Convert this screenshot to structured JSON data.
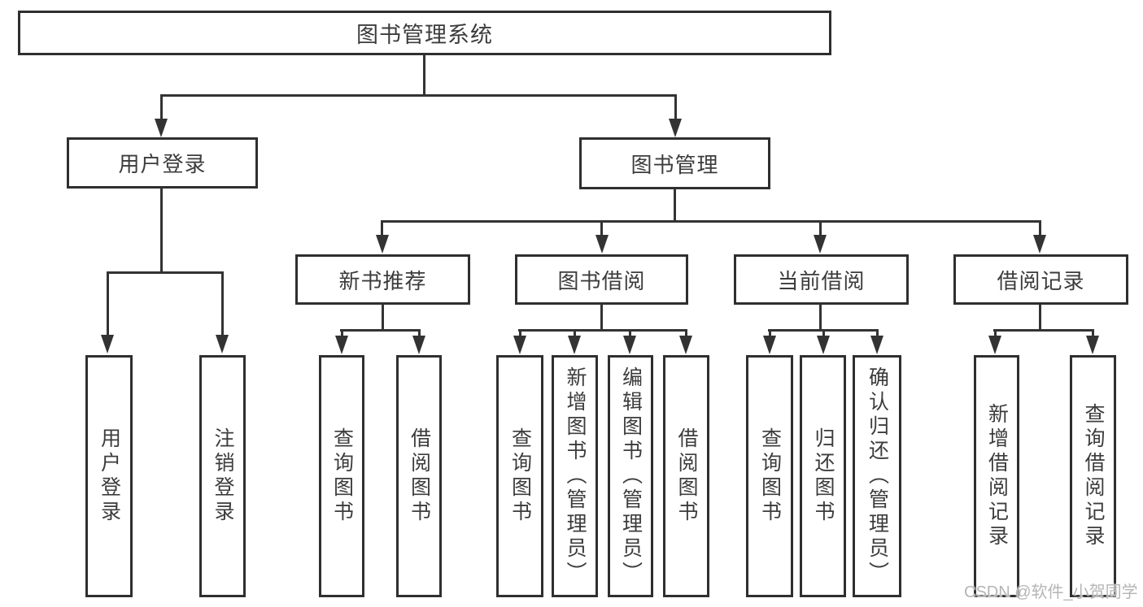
{
  "root": {
    "label": "图书管理系统"
  },
  "branches": {
    "user": {
      "label": "用户登录",
      "children": [
        "用户登录",
        "注销登录"
      ]
    },
    "mgmt": {
      "label": "图书管理",
      "sections": {
        "recommend": {
          "label": "新书推荐",
          "children": [
            "查询图书",
            "借阅图书"
          ]
        },
        "borrow": {
          "label": "图书借阅",
          "children": [
            "查询图书",
            "新增图书（管理员）",
            "编辑图书（管理员）",
            "借阅图书"
          ]
        },
        "current": {
          "label": "当前借阅",
          "children": [
            "查询图书",
            "归还图书",
            "确认归还（管理员）"
          ]
        },
        "records": {
          "label": "借阅记录",
          "children": [
            "新增借阅记录",
            "查询借阅记录"
          ]
        }
      }
    }
  },
  "watermark": {
    "text": "CSDN @软件_小贺同学"
  },
  "colors": {
    "line": "#333333",
    "border": "#2f2f2f",
    "text": "#3c3c3c",
    "background": "#ffffff",
    "watermark": "#b5b5b5"
  }
}
